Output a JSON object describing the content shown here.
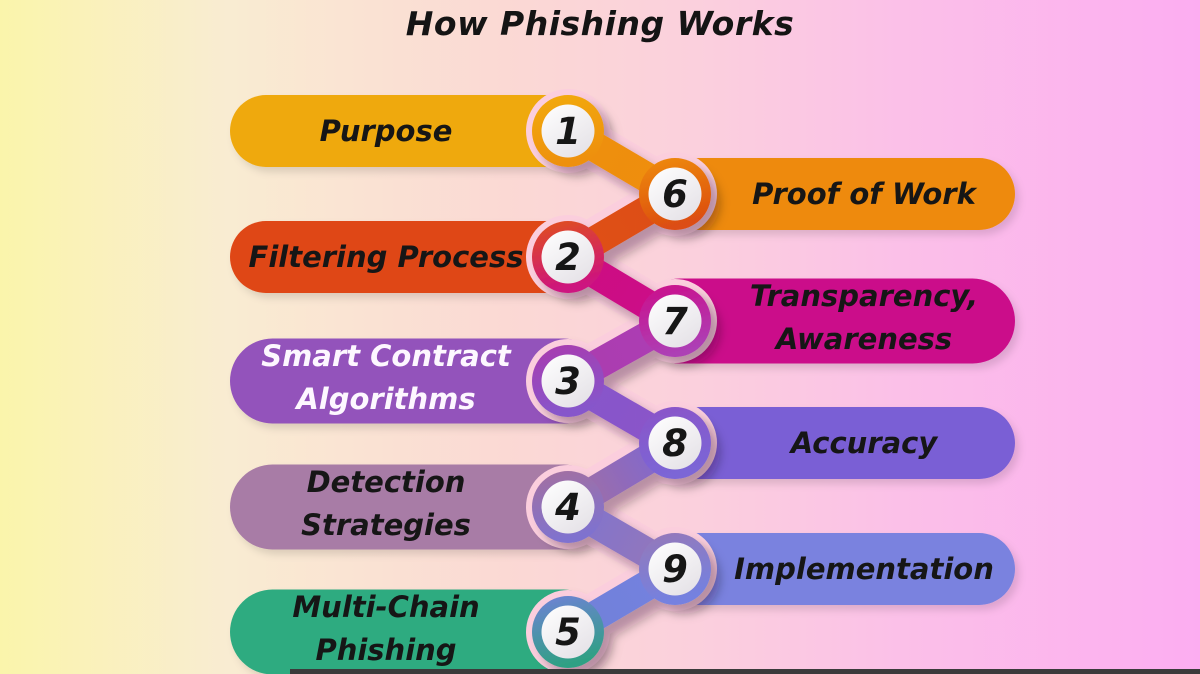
{
  "title": "How Phishing Works",
  "colors": {
    "background_left": "#faf5ab",
    "background_mid": "#fbd9d4",
    "background_right": "#fcadf1",
    "halo_pink": "#fbcedd",
    "number_color": "#161616",
    "title_color": "#141414",
    "bottom_bar": "#3b3b3b",
    "circle_fill_top": "#ffffff",
    "circle_fill_bottom": "#e6e3e8"
  },
  "chain_order": [
    "1",
    "6",
    "2",
    "7",
    "3",
    "8",
    "4",
    "9",
    "5"
  ],
  "items": [
    {
      "number": "1",
      "slug": "purpose",
      "label": "Purpose",
      "lines": [
        "Purpose"
      ],
      "side": "left",
      "pill_color": "#efa90e",
      "text_color": "#161616",
      "ring_top": "#f2ab0a",
      "ring_bottom": "#ee9007"
    },
    {
      "number": "2",
      "slug": "filtering-process",
      "label": "Filtering Process",
      "lines": [
        "Filtering Process"
      ],
      "side": "left",
      "pill_color": "#df4716",
      "text_color": "#161616",
      "ring_top": "#e0511a",
      "ring_bottom": "#cd1280"
    },
    {
      "number": "3",
      "slug": "smart-contract-algorithms",
      "label": "Smart Contract Algorithms",
      "lines": [
        "Smart Contract",
        "Algorithms"
      ],
      "side": "left",
      "pill_color": "#9353bb",
      "text_color": "#fdf7ff",
      "ring_top": "#aa3bae",
      "ring_bottom": "#8656cb"
    },
    {
      "number": "4",
      "slug": "detection-strategies",
      "label": "Detection Strategies",
      "lines": [
        "Detection",
        "Strategies"
      ],
      "side": "left",
      "pill_color": "#a87ba6",
      "text_color": "#161616",
      "ring_top": "#a4709f",
      "ring_bottom": "#7f72cf"
    },
    {
      "number": "5",
      "slug": "multi-chain-phishing",
      "label": "Multi-Chain Phishing",
      "lines": [
        "Multi-Chain",
        "Phishing"
      ],
      "side": "left",
      "pill_color": "#2eab80",
      "text_color": "#161616",
      "ring_top": "#7181d8",
      "ring_bottom": "#2fa084"
    },
    {
      "number": "6",
      "slug": "proof-of-work",
      "label": "Proof of Work",
      "lines": [
        "Proof of Work"
      ],
      "side": "right",
      "pill_color": "#ee8a09",
      "text_color": "#161616",
      "ring_top": "#ef8d08",
      "ring_bottom": "#dc4d12"
    },
    {
      "number": "7",
      "slug": "transparency-awareness",
      "label": "Transparency, Awareness",
      "lines": [
        "Transparency,",
        "Awareness"
      ],
      "side": "right",
      "pill_color": "#cb0d8a",
      "text_color": "#161616",
      "ring_top": "#cc0e8a",
      "ring_bottom": "#ad3fb5"
    },
    {
      "number": "8",
      "slug": "accuracy",
      "label": "Accuracy",
      "lines": [
        "Accuracy"
      ],
      "side": "right",
      "pill_color": "#7a5ed5",
      "text_color": "#161616",
      "ring_top": "#8b54c8",
      "ring_bottom": "#7b66d6"
    },
    {
      "number": "9",
      "slug": "implementation",
      "label": "Implementation",
      "lines": [
        "Implementation"
      ],
      "side": "right",
      "pill_color": "#7a82df",
      "text_color": "#161616",
      "ring_top": "#9678b8",
      "ring_bottom": "#7481e0"
    }
  ]
}
